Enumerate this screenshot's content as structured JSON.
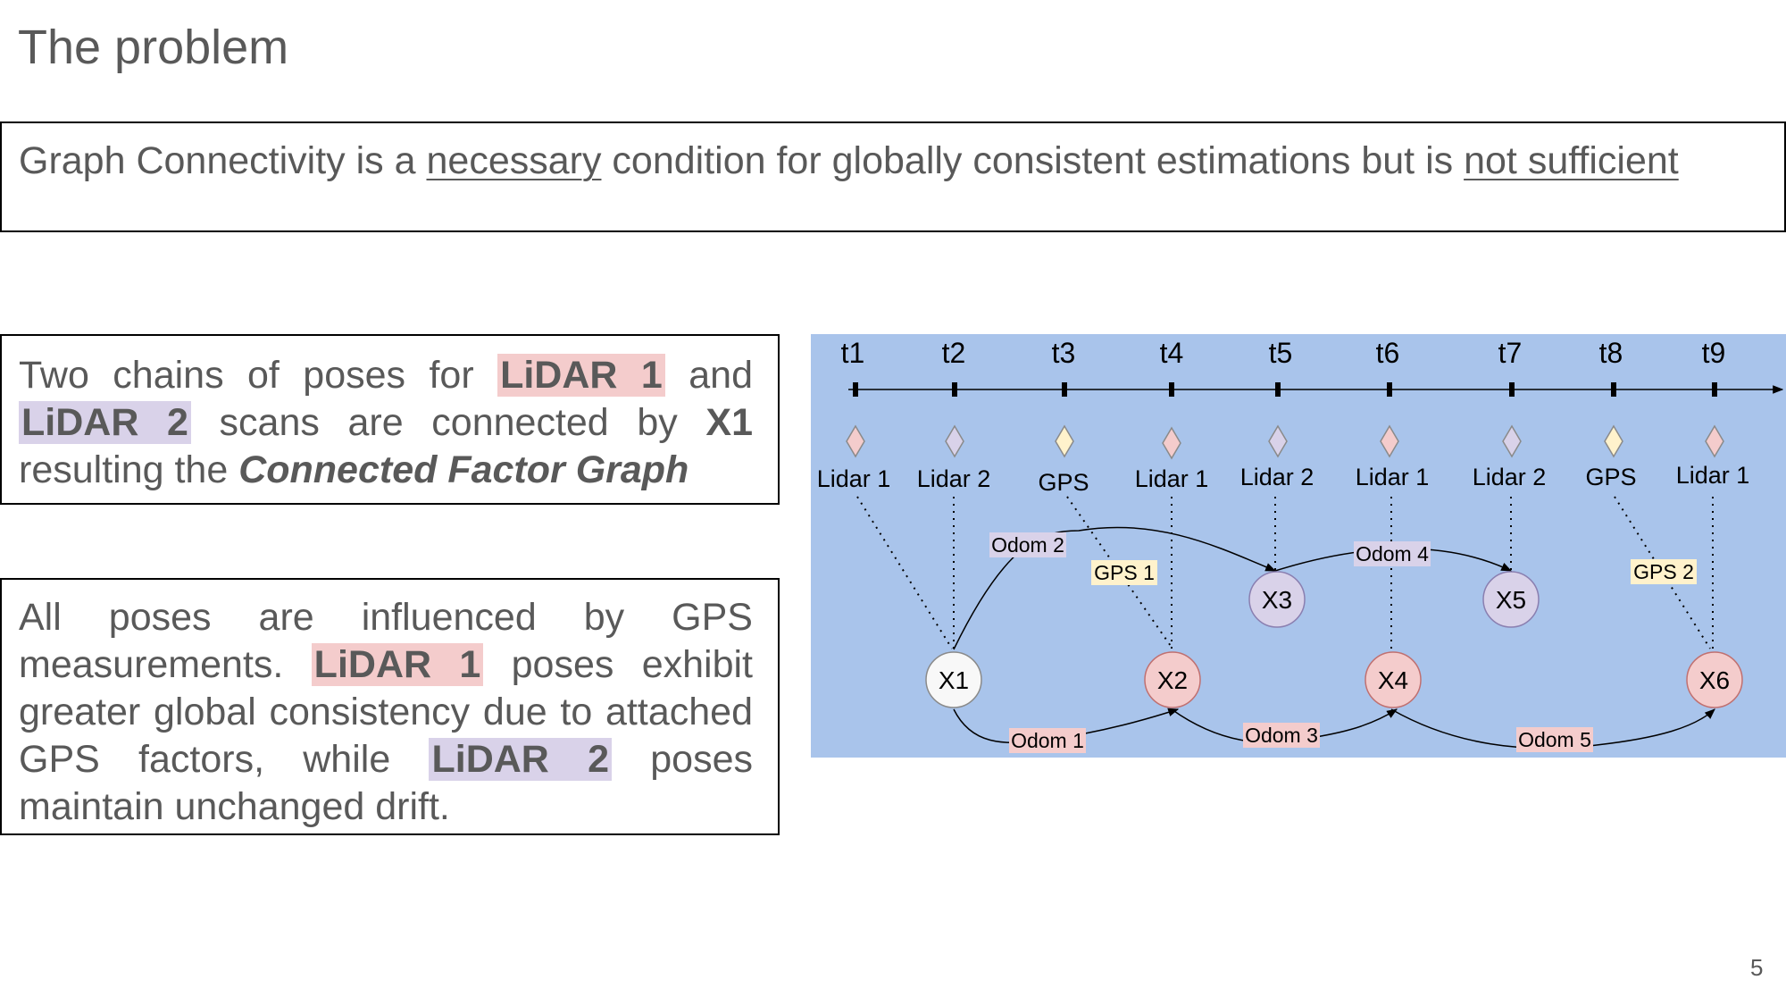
{
  "slide": {
    "title": "The problem",
    "page_number": "5"
  },
  "statement": {
    "t1": "Graph Connectivity is a ",
    "u1": "necessary",
    "t2": " condition for globally consistent estimations but is ",
    "u2": "not sufficient"
  },
  "chains": {
    "t1": "Two chains of poses for ",
    "lidar1": "LiDAR 1",
    "t2": " and ",
    "lidar2": "LiDAR 2",
    "t3": " scans are connected by ",
    "x1": "X1",
    "t4": " resulting the ",
    "graph": "Connected Factor Graph"
  },
  "gps_note": {
    "t1": "All poses are influenced by GPS measurements. ",
    "lidar1": "LiDAR 1",
    "t2": " poses exhibit greater global consistency due to attached GPS factors, while ",
    "lidar2": "LiDAR 2",
    "t3": " poses maintain unchanged drift."
  },
  "diagram": {
    "background": "#a9c4eb",
    "colors": {
      "lidar1": "#f4cccc",
      "lidar2": "#d9d2e9",
      "gps": "#fff2cc",
      "white": "#f8f8f8"
    },
    "timeline": [
      "t1",
      "t2",
      "t3",
      "t4",
      "t5",
      "t6",
      "t7",
      "t8",
      "t9"
    ],
    "sensors": [
      "Lidar 1",
      "Lidar 2",
      "GPS",
      "Lidar 1",
      "Lidar 2",
      "Lidar 1",
      "Lidar 2",
      "GPS",
      "Lidar 1"
    ],
    "nodes": [
      "X1",
      "X2",
      "X3",
      "X4",
      "X5",
      "X6"
    ],
    "edge_labels": [
      "Odom 1",
      "Odom 2",
      "Odom 3",
      "Odom 4",
      "Odom 5",
      "GPS 1",
      "GPS 2"
    ]
  }
}
